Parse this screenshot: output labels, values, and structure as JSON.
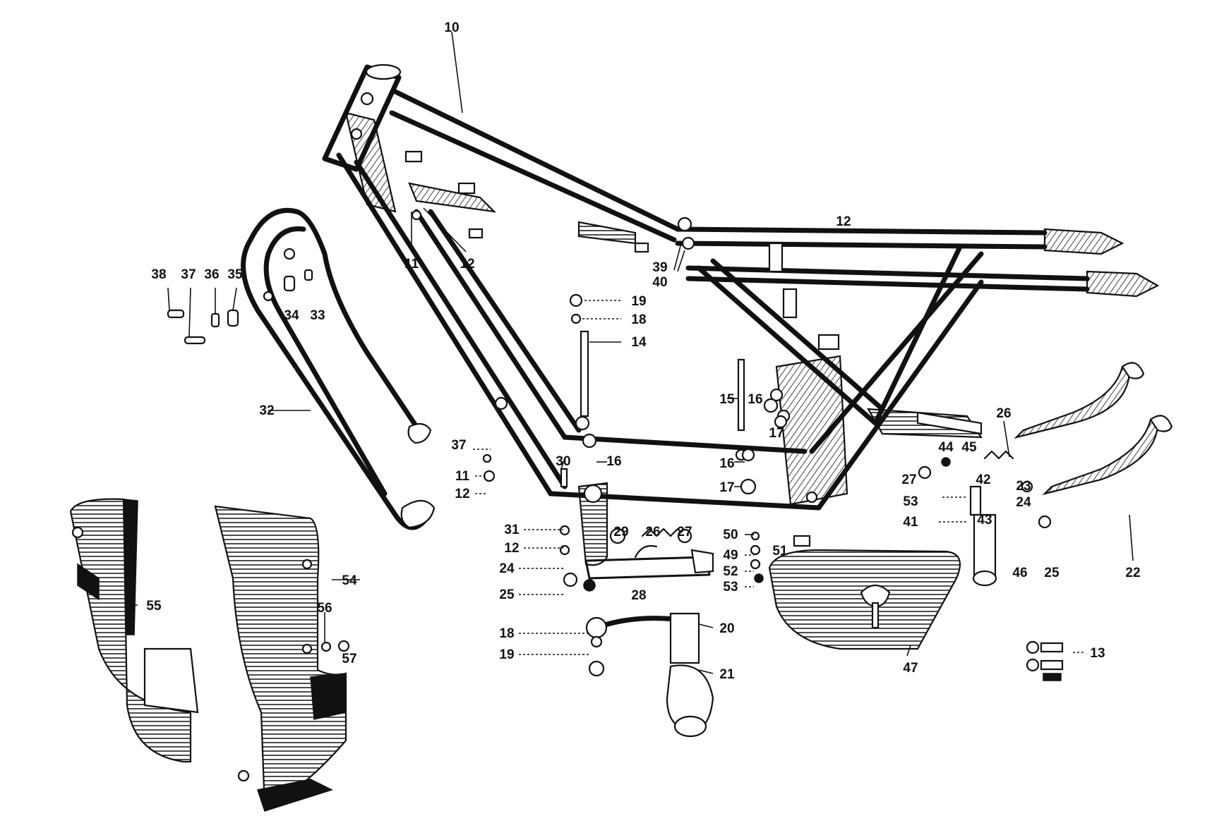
{
  "labels": {
    "l10": "10",
    "l11a": "11",
    "l12a": "12",
    "l12top": "12",
    "l39": "39",
    "l40": "40",
    "l38": "38",
    "l37a": "37",
    "l36": "36",
    "l35": "35",
    "l34": "34",
    "l33": "33",
    "l19a": "19",
    "l18a": "18",
    "l14": "14",
    "l15": "15",
    "l16a": "16",
    "l17a": "17",
    "l32": "32",
    "l37b": "37",
    "l11b": "11",
    "l12b": "12",
    "l30": "30",
    "l16b": "16",
    "l16c": "16",
    "l17b": "17",
    "l31": "31",
    "l12c": "12",
    "l29": "29",
    "l26a": "26",
    "l27a": "27",
    "l24a": "24",
    "l25a": "25",
    "l28": "28",
    "l18b": "18",
    "l19b": "19",
    "l20": "20",
    "l21": "21",
    "l50": "50",
    "l51": "51",
    "l49": "49",
    "l52": "52",
    "l53a": "53",
    "l47": "47",
    "l26b": "26",
    "l44": "44",
    "l45": "45",
    "l27b": "27",
    "l42": "42",
    "l53b": "53",
    "l43": "43",
    "l41": "41",
    "l23": "23",
    "l24b": "24",
    "l46": "46",
    "l25b": "25",
    "l22": "22",
    "l13": "13",
    "l54": "54",
    "l55": "55",
    "l56": "56",
    "l57": "57"
  }
}
